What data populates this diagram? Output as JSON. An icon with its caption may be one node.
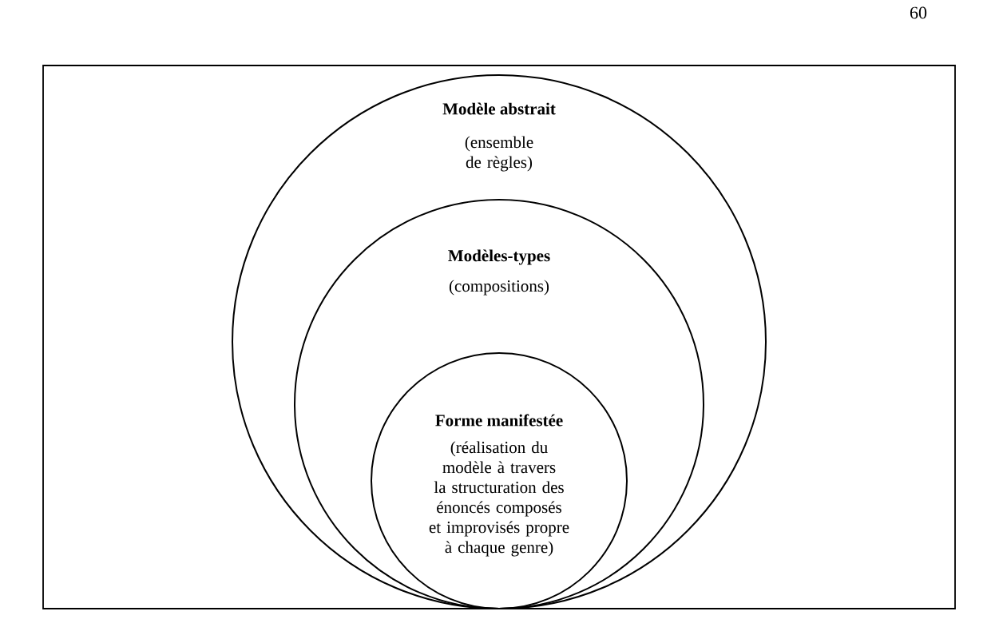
{
  "diagram": {
    "nodes": [
      {
        "text": [],
        "shape": "box"
      },
      {
        "text": [
          "Modèle abstrait",
          "(ensemble de règles)"
        ],
        "in": 0
      },
      {
        "text": [
          "Modèles-types",
          "(compositions)"
        ],
        "in": 1
      },
      {
        "text": [
          "Forme manifestée",
          "(réalisation du modèle à travers la structuration des énoncés composés et improvisés propre à chaque genre)"
        ],
        "in": 2
      }
    ],
    "labels": [
      "60"
    ]
  }
}
